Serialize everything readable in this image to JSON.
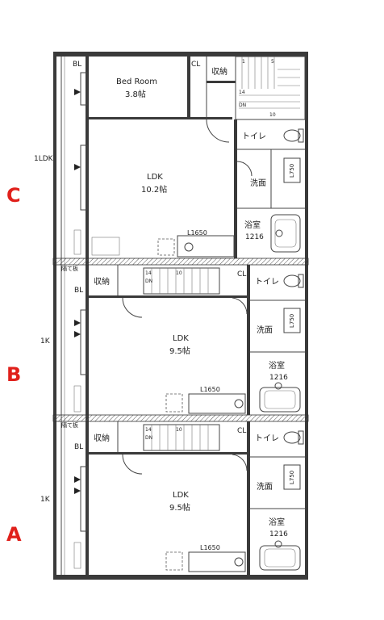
{
  "side_labels": {
    "top": "1LDK",
    "middle": "1K",
    "bottom": "1K"
  },
  "units": {
    "C": {
      "letter": "C",
      "bedroom_name": "Bed Room",
      "bedroom_size": "3.8帖",
      "closet": "CL",
      "storage": "収納",
      "balcony": "BL",
      "ldk_name": "LDK",
      "ldk_size": "10.2帖",
      "toilet": "トイレ",
      "washroom": "洗面",
      "bath_name": "浴室",
      "bath_size": "1216",
      "kitchen_len": "L1650",
      "wash_len": "L750",
      "stair_steps": [
        "1",
        "5",
        "14",
        "10"
      ],
      "stair_dn": "DN"
    },
    "B": {
      "letter": "B",
      "storage": "収納",
      "balcony": "BL",
      "closet": "CL",
      "ldk_name": "LDK",
      "ldk_size": "9.5帖",
      "toilet": "トイレ",
      "washroom": "洗面",
      "bath_name": "浴室",
      "bath_size": "1216",
      "kitchen_len": "L1650",
      "wash_len": "L750",
      "partition": "隔て板",
      "stair_steps": [
        "14",
        "10"
      ],
      "stair_dn": "DN"
    },
    "A": {
      "letter": "A",
      "storage": "収納",
      "balcony": "BL",
      "closet": "CL",
      "ldk_name": "LDK",
      "ldk_size": "9.5帖",
      "toilet": "トイレ",
      "washroom": "洗面",
      "bath_name": "浴室",
      "bath_size": "1216",
      "kitchen_len": "L1650",
      "wash_len": "L750",
      "partition": "隔て板",
      "stair_steps": [
        "14",
        "10"
      ],
      "stair_dn": "DN"
    }
  },
  "colors": {
    "unit_letter": "#e0201b",
    "wall": "#3a3a3a"
  }
}
